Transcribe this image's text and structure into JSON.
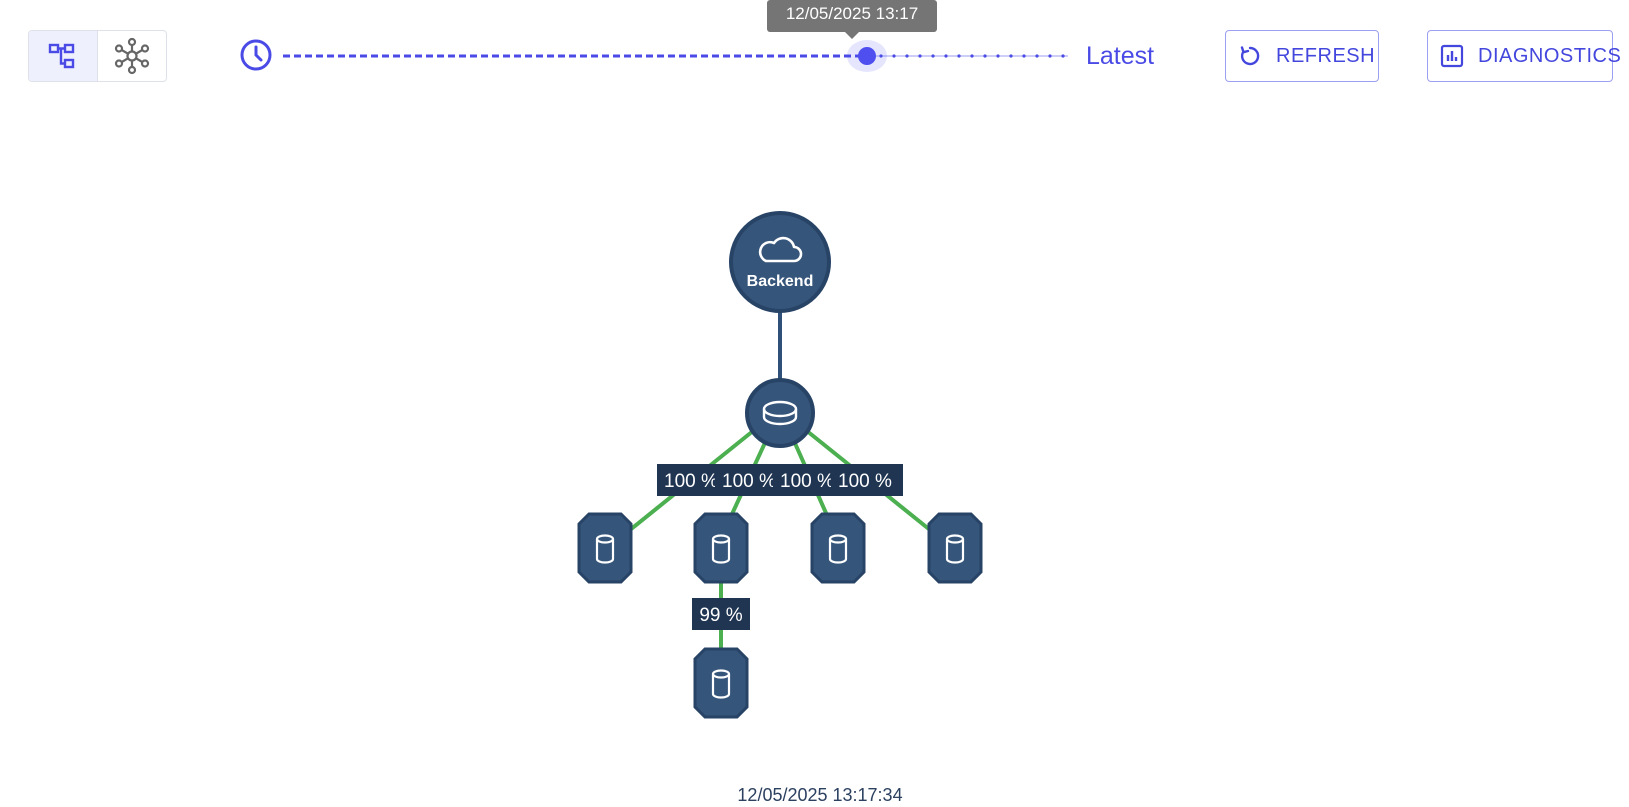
{
  "toolbar": {
    "view_modes": [
      {
        "id": "hierarchy",
        "icon": "hierarchy-icon",
        "active": true
      },
      {
        "id": "network",
        "icon": "network-icon",
        "active": false
      }
    ],
    "timeline": {
      "icon": "clock-icon",
      "tooltip": "12/05/2025 13:17",
      "end_label": "Latest",
      "progress": 0.72
    },
    "refresh_label": "REFRESH",
    "diagnostics_label": "DIAGNOSTICS"
  },
  "topology": {
    "root": {
      "label": "Backend",
      "icon": "cloud-icon"
    },
    "hub": {
      "icon": "database-disk-icon"
    },
    "replicas": [
      {
        "icon": "cylinder-icon",
        "link_label": "100 %"
      },
      {
        "icon": "cylinder-icon",
        "link_label": "100 %"
      },
      {
        "icon": "cylinder-icon",
        "link_label": "100 %"
      },
      {
        "icon": "cylinder-icon",
        "link_label": "100 %"
      }
    ],
    "sub_replica": {
      "icon": "cylinder-icon",
      "link_label": "99 %"
    }
  },
  "footer": {
    "timestamp": "12/05/2025 13:17:34"
  },
  "colors": {
    "accent": "#4a4ae6",
    "node_fill": "#36557a",
    "node_border": "#274366",
    "link_healthy": "#4caf50",
    "link_default": "#2f5079",
    "label_bg": "#1f3552"
  }
}
